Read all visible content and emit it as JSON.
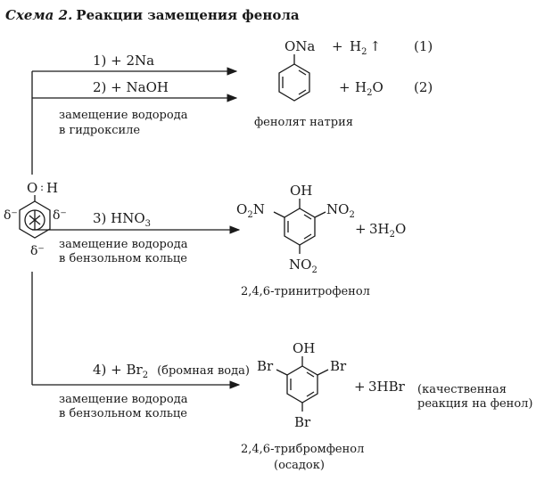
{
  "title": {
    "italic": "Схема 2.",
    "rest": "Реакции замещения фенола"
  },
  "phenol": {
    "o": "O",
    "h": "H",
    "delta": "δ⁻"
  },
  "r1": {
    "label": "1) + 2Na",
    "prod_o": "ONa",
    "plus": "+",
    "h2": "H",
    "h2_sub": "2",
    "up_arrow": "↑",
    "num": "(1)"
  },
  "r2": {
    "label": "2) + NaOH",
    "plus": "+",
    "h2o": "H",
    "h2o_sub": "2",
    "h2o_o": "O",
    "num": "(2)",
    "cond1": "замещение водорода",
    "cond2": "в гидроксиле",
    "product_name": "фенолят натрия"
  },
  "r3": {
    "label": "3) HNO",
    "label_sub": "3",
    "cond1": "замещение водорода",
    "cond2": "в бензольном кольце",
    "oh": "OH",
    "no2_left_a": "O",
    "no2_left_sub": "2",
    "no2_left_b": "N",
    "no2_right_a": "NO",
    "no2_right_sub": "2",
    "no2_bottom_a": "NO",
    "no2_bottom_sub": "2",
    "plus": "+",
    "byprod_a": "3H",
    "byprod_sub": "2",
    "byprod_b": "O",
    "product_name": "2,4,6-тринитрофенол"
  },
  "r4": {
    "label_a": "4) + Br",
    "label_sub": "2",
    "label_note": "(бромная вода)",
    "cond1": "замещение водорода",
    "cond2": "в бензольном кольце",
    "oh": "OH",
    "br": "Br",
    "plus": "+",
    "byprod": "3HBr",
    "note1": "(качественная",
    "note2": "реакция на фенол)",
    "product_name": "2,4,6-трибромфенол",
    "product_note": "(осадок)"
  }
}
